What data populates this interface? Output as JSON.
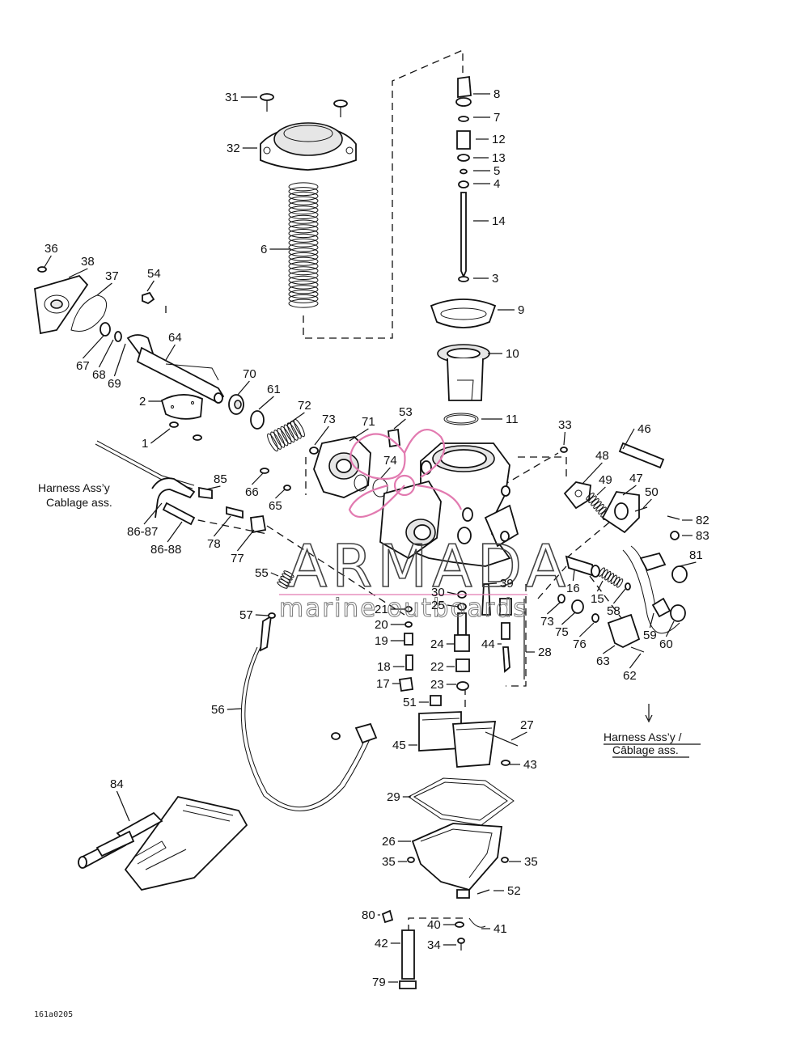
{
  "labels": [
    {
      "id": "31",
      "text": "31",
      "pos": "left"
    },
    {
      "id": "32",
      "text": "32",
      "pos": "left"
    },
    {
      "id": "6",
      "text": "6",
      "pos": "left"
    },
    {
      "id": "8",
      "text": "8",
      "pos": "right"
    },
    {
      "id": "7",
      "text": "7",
      "pos": "right"
    },
    {
      "id": "12",
      "text": "12",
      "pos": "right"
    },
    {
      "id": "13",
      "text": "13",
      "pos": "right"
    },
    {
      "id": "5",
      "text": "5",
      "pos": "right"
    },
    {
      "id": "4",
      "text": "4",
      "pos": "right"
    },
    {
      "id": "14",
      "text": "14",
      "pos": "right"
    },
    {
      "id": "3",
      "text": "3",
      "pos": "right"
    },
    {
      "id": "9",
      "text": "9",
      "pos": "right"
    },
    {
      "id": "10",
      "text": "10",
      "pos": "right"
    },
    {
      "id": "11",
      "text": "11",
      "pos": "right"
    },
    {
      "id": "36",
      "text": "36",
      "pos": "left"
    },
    {
      "id": "38",
      "text": "38",
      "pos": "left"
    },
    {
      "id": "37",
      "text": "37",
      "pos": "left"
    },
    {
      "id": "54",
      "text": "54",
      "pos": "left"
    },
    {
      "id": "64",
      "text": "64",
      "pos": "left"
    },
    {
      "id": "67",
      "text": "67",
      "pos": "left"
    },
    {
      "id": "68",
      "text": "68",
      "pos": "left"
    },
    {
      "id": "69",
      "text": "69",
      "pos": "left"
    },
    {
      "id": "2",
      "text": "2",
      "pos": "left"
    },
    {
      "id": "1",
      "text": "1",
      "pos": "left"
    },
    {
      "id": "70",
      "text": "70",
      "pos": "left"
    },
    {
      "id": "61",
      "text": "61",
      "pos": "left"
    },
    {
      "id": "72",
      "text": "72",
      "pos": "left"
    },
    {
      "id": "73a",
      "text": "73",
      "pos": "left"
    },
    {
      "id": "71",
      "text": "71",
      "pos": "left"
    },
    {
      "id": "53",
      "text": "53",
      "pos": "left"
    },
    {
      "id": "74",
      "text": "74",
      "pos": "left"
    },
    {
      "id": "33",
      "text": "33",
      "pos": "left"
    },
    {
      "id": "46",
      "text": "46",
      "pos": "left"
    },
    {
      "id": "48",
      "text": "48",
      "pos": "left"
    },
    {
      "id": "49",
      "text": "49",
      "pos": "left"
    },
    {
      "id": "47",
      "text": "47",
      "pos": "left"
    },
    {
      "id": "50",
      "text": "50",
      "pos": "left"
    },
    {
      "id": "82",
      "text": "82",
      "pos": "right"
    },
    {
      "id": "83",
      "text": "83",
      "pos": "right"
    },
    {
      "id": "81",
      "text": "81",
      "pos": "left"
    },
    {
      "id": "85",
      "text": "85",
      "pos": "left"
    },
    {
      "id": "66",
      "text": "66",
      "pos": "left"
    },
    {
      "id": "65",
      "text": "65",
      "pos": "left"
    },
    {
      "id": "86-87",
      "text": "86-87",
      "pos": "left"
    },
    {
      "id": "86-88",
      "text": "86-88",
      "pos": "left"
    },
    {
      "id": "78",
      "text": "78",
      "pos": "left"
    },
    {
      "id": "77",
      "text": "77",
      "pos": "left"
    },
    {
      "id": "55",
      "text": "55",
      "pos": "left"
    },
    {
      "id": "57",
      "text": "57",
      "pos": "left"
    },
    {
      "id": "30",
      "text": "30",
      "pos": "left"
    },
    {
      "id": "39",
      "text": "39",
      "pos": "left"
    },
    {
      "id": "21",
      "text": "21",
      "pos": "left"
    },
    {
      "id": "25",
      "text": "25",
      "pos": "left"
    },
    {
      "id": "20",
      "text": "20",
      "pos": "left"
    },
    {
      "id": "19",
      "text": "19",
      "pos": "left"
    },
    {
      "id": "24",
      "text": "24",
      "pos": "left"
    },
    {
      "id": "44",
      "text": "44",
      "pos": "left"
    },
    {
      "id": "28",
      "text": "28",
      "pos": "left"
    },
    {
      "id": "18",
      "text": "18",
      "pos": "left"
    },
    {
      "id": "22",
      "text": "22",
      "pos": "left"
    },
    {
      "id": "17",
      "text": "17",
      "pos": "left"
    },
    {
      "id": "23",
      "text": "23",
      "pos": "left"
    },
    {
      "id": "51",
      "text": "51",
      "pos": "left"
    },
    {
      "id": "16",
      "text": "16",
      "pos": "left"
    },
    {
      "id": "15",
      "text": "15",
      "pos": "left"
    },
    {
      "id": "58",
      "text": "58",
      "pos": "left"
    },
    {
      "id": "73b",
      "text": "73",
      "pos": "left"
    },
    {
      "id": "75",
      "text": "75",
      "pos": "left"
    },
    {
      "id": "76",
      "text": "76",
      "pos": "left"
    },
    {
      "id": "59",
      "text": "59",
      "pos": "left"
    },
    {
      "id": "60",
      "text": "60",
      "pos": "left"
    },
    {
      "id": "63",
      "text": "63",
      "pos": "left"
    },
    {
      "id": "62",
      "text": "62",
      "pos": "left"
    },
    {
      "id": "56",
      "text": "56",
      "pos": "left"
    },
    {
      "id": "27",
      "text": "27",
      "pos": "left"
    },
    {
      "id": "45",
      "text": "45",
      "pos": "left"
    },
    {
      "id": "43",
      "text": "43",
      "pos": "left"
    },
    {
      "id": "84",
      "text": "84",
      "pos": "left"
    },
    {
      "id": "29",
      "text": "29",
      "pos": "left"
    },
    {
      "id": "26",
      "text": "26",
      "pos": "left"
    },
    {
      "id": "35a",
      "text": "35",
      "pos": "left"
    },
    {
      "id": "35b",
      "text": "35",
      "pos": "left"
    },
    {
      "id": "52",
      "text": "52",
      "pos": "left"
    },
    {
      "id": "80",
      "text": "80",
      "pos": "left"
    },
    {
      "id": "40",
      "text": "40",
      "pos": "left"
    },
    {
      "id": "41",
      "text": "41",
      "pos": "left"
    },
    {
      "id": "42",
      "text": "42",
      "pos": "left"
    },
    {
      "id": "34",
      "text": "34",
      "pos": "left"
    },
    {
      "id": "79",
      "text": "79",
      "pos": "left"
    }
  ],
  "notes": {
    "harness_left_line1": "Harness Ass’y",
    "harness_left_line2": "Cablage ass.",
    "harness_right_line1": "Harness Ass’y /",
    "harness_right_line2": "Câblage ass."
  },
  "reference_code": "161a0205",
  "watermark": {
    "brand": "ARMADA",
    "tagline": "marine outboards",
    "logo_color": "#e27ab0"
  }
}
